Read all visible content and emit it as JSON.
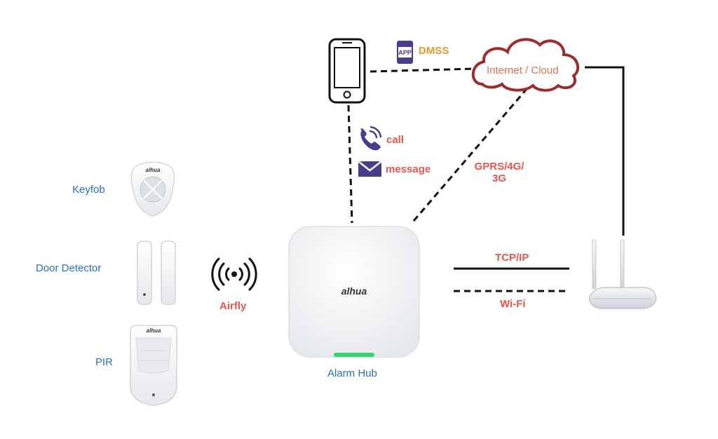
{
  "devices": {
    "keyfob": "Keyfob",
    "door_detector": "Door Detector",
    "pir": "PIR",
    "hub": "Alarm Hub",
    "brand": "alhua"
  },
  "links": {
    "airfly": "Airfly",
    "call": "call",
    "message": "message",
    "gprs_line1": "GPRS/4G/",
    "gprs_line2": "3G",
    "tcpip": "TCP/IP",
    "wifi": "Wi-Fi"
  },
  "app": {
    "badge": "APP",
    "name": "DMSS"
  },
  "cloud": {
    "label": "Internet / Cloud"
  },
  "colors": {
    "label_blue": "#2a72b8",
    "link_red": "#e8554f",
    "app_orange": "#e89a2b",
    "cloud_stroke": "#9b2d2d",
    "icon_purple": "#4b3c8c",
    "hub_led": "#36d36e"
  },
  "icons": [
    "smartphone-icon",
    "app-icon",
    "cloud-icon",
    "phone-call-icon",
    "envelope-icon",
    "wireless-signal-icon",
    "router-icon"
  ]
}
